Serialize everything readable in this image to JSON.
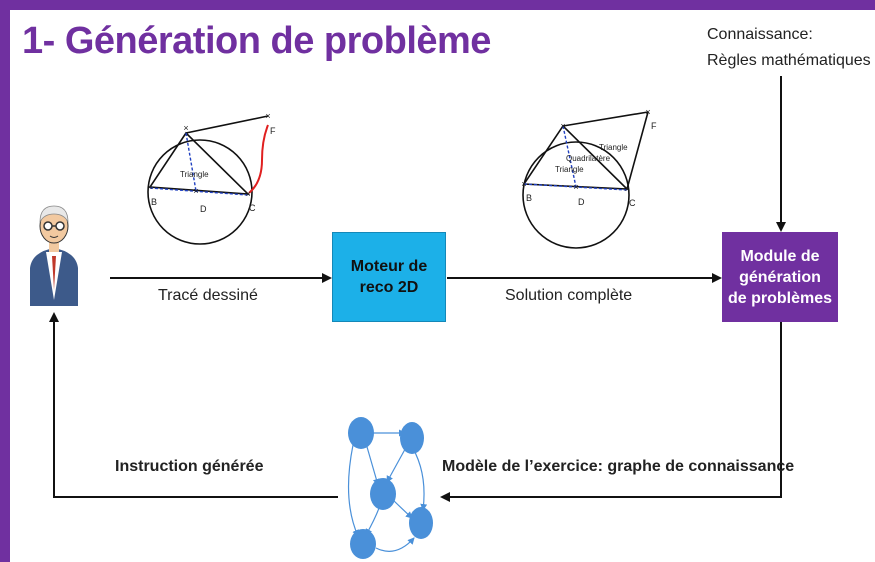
{
  "title": "1- Génération de problème",
  "knowledge": {
    "line1": "Connaissance:",
    "line2": "Règles mathématiques"
  },
  "boxes": {
    "engine": {
      "line1": "Moteur de",
      "line2": "reco 2D"
    },
    "module": {
      "line1": "Module de",
      "line2": "génération",
      "line3": "de problèmes"
    }
  },
  "labels": {
    "drawn_trace": "Tracé dessiné",
    "full_solution": "Solution complète",
    "generated_instruction": "Instruction générée",
    "exercise_model": "Modèle de l’exercice: graphe de connaissance"
  },
  "figure1": {
    "points": {
      "b": "B",
      "c": "C",
      "d": "D",
      "f": "F"
    },
    "shape_label": "Triangle"
  },
  "figure2": {
    "points": {
      "b": "B",
      "c": "C",
      "d": "D",
      "f": "F"
    },
    "shape_labels": {
      "triangle_inner": "Triangle",
      "quadrilateral": "Quadrilatère",
      "triangle_outer": "Triangle"
    }
  },
  "colors": {
    "accent": "#7030a0",
    "engine_box": "#1cb0e8",
    "graph_node": "#4a90d9",
    "trace_red": "#e02020",
    "dashed_blue": "#2040c0"
  }
}
